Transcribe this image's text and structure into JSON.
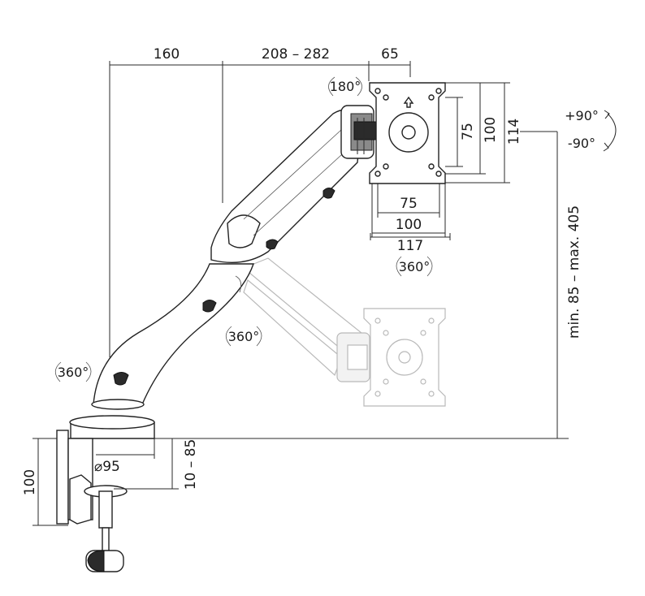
{
  "dimensions": {
    "top": [
      "160",
      "208 – 282",
      "65"
    ],
    "plate_vertical": [
      "75",
      "100",
      "114"
    ],
    "plate_horizontal": [
      "75",
      "100",
      "117"
    ],
    "height_range": "min. 85 – max. 405",
    "clamp_height": "100",
    "clamp_range": "10 – 85",
    "base_diameter": "⌀95"
  },
  "rotations": {
    "head": "180°",
    "plate": "360°",
    "arm": "360°",
    "base": "360°",
    "tilt_up": "+90°",
    "tilt_down": "-90°"
  }
}
